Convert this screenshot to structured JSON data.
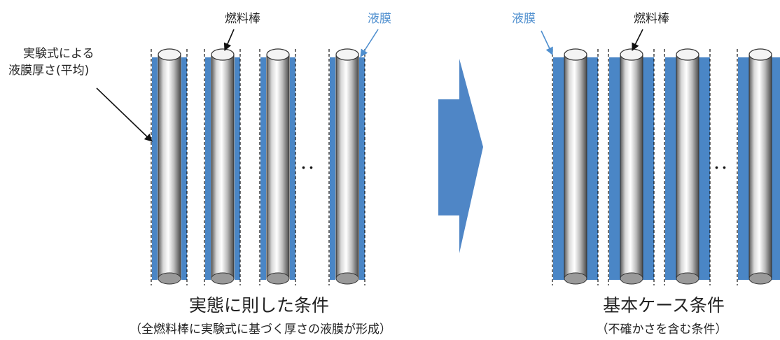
{
  "left_panel": {
    "rod_label": "燃料棒",
    "film_label": "液膜",
    "experiment_label_line1": "実験式による",
    "experiment_label_line2": "液膜厚さ(平均)",
    "ellipsis": "･･",
    "title": "実態に則した条件",
    "subtitle": "（全燃料棒に実験式に基づく厚さの液膜が形成）"
  },
  "right_panel": {
    "film_label": "液膜",
    "rod_label": "燃料棒",
    "ellipsis": "･･",
    "title": "基本ケース条件",
    "subtitle": "（不確かさを含む条件）"
  },
  "colors": {
    "film_blue": "#4a86c6",
    "film_label_blue": "#4f8fcf",
    "arrow_blue": "#4f86c6",
    "text": "#222222"
  }
}
